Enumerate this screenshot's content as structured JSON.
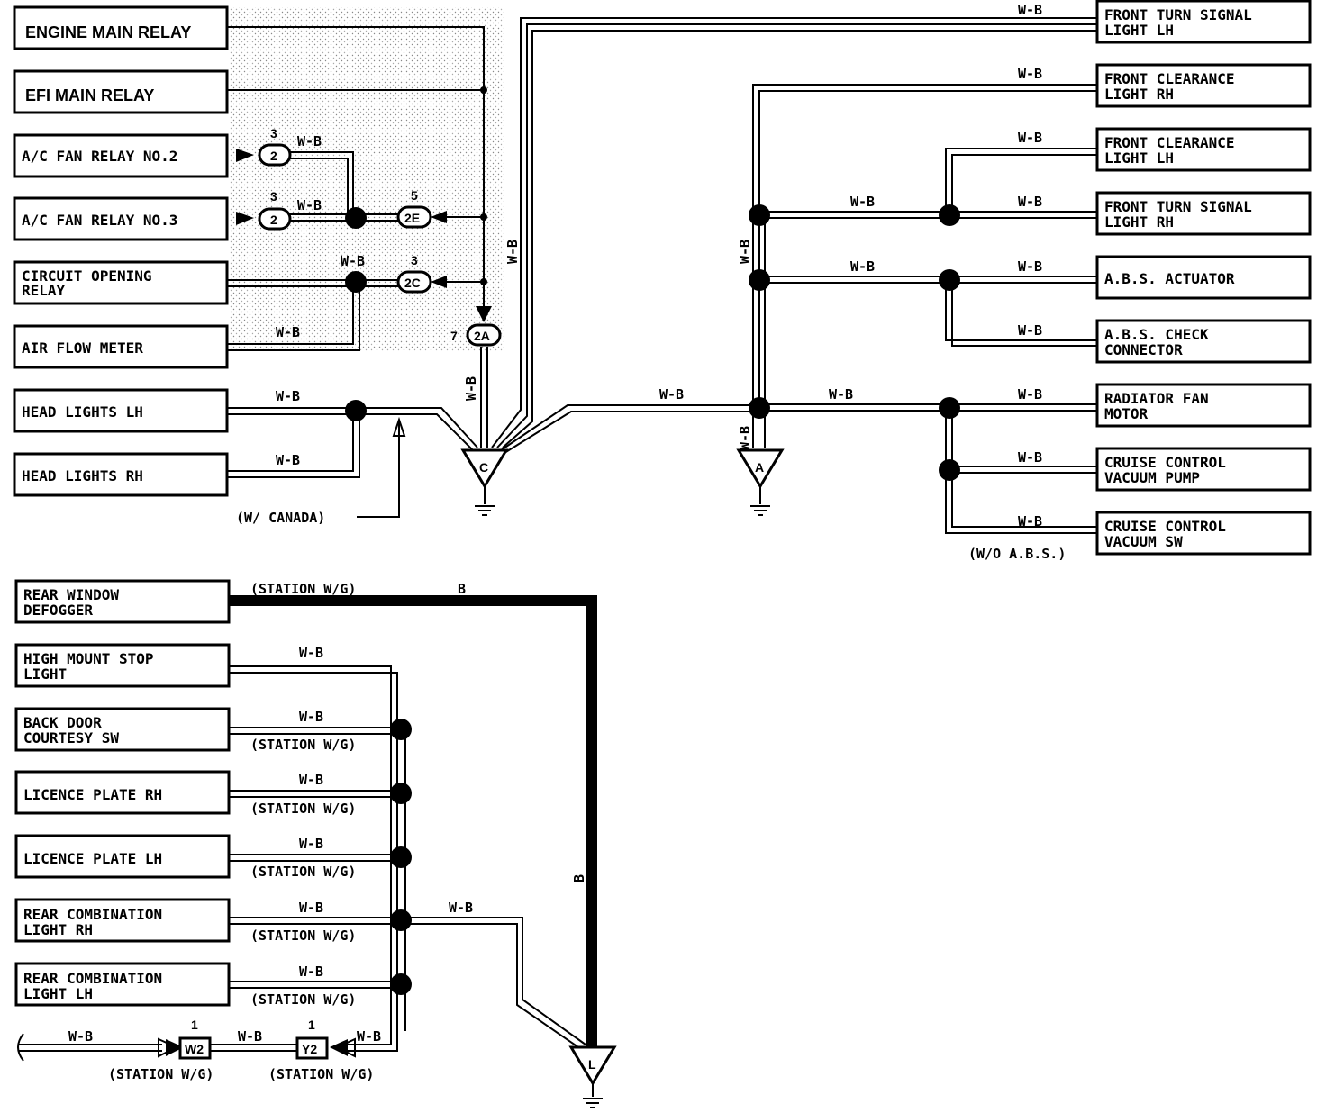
{
  "components": {
    "engine_main_relay": "ENGINE MAIN RELAY",
    "efi_main_relay": "EFI MAIN RELAY",
    "ac_fan_relay_2": "A/C FAN RELAY NO.2",
    "ac_fan_relay_3": "A/C FAN RELAY NO.3",
    "circuit_opening_relay": [
      "CIRCUIT OPENING",
      "RELAY"
    ],
    "air_flow_meter": "AIR FLOW METER",
    "head_lights_lh": "HEAD LIGHTS LH",
    "head_lights_rh": "HEAD LIGHTS RH",
    "front_turn_lh": [
      "FRONT TURN SIGNAL",
      "LIGHT LH"
    ],
    "front_clear_rh": [
      "FRONT CLEARANCE",
      "LIGHT RH"
    ],
    "front_clear_lh": [
      "FRONT CLEARANCE",
      "LIGHT LH"
    ],
    "front_turn_rh": [
      "FRONT TURN SIGNAL",
      "LIGHT RH"
    ],
    "abs_actuator": "A.B.S. ACTUATOR",
    "abs_check": [
      "A.B.S. CHECK",
      "CONNECTOR"
    ],
    "radiator_fan": [
      "RADIATOR FAN",
      "MOTOR"
    ],
    "cruise_pump": [
      "CRUISE CONTROL",
      "VACUUM PUMP"
    ],
    "cruise_sw": [
      "CRUISE CONTROL",
      "VACUUM SW"
    ],
    "rear_defogger": [
      "REAR WINDOW",
      "DEFOGGER"
    ],
    "high_mount": [
      "HIGH MOUNT STOP",
      "LIGHT"
    ],
    "back_door": [
      "BACK DOOR",
      "COURTESY SW"
    ],
    "licence_rh": "LICENCE PLATE RH",
    "licence_lh": "LICENCE PLATE LH",
    "rear_comb_rh": [
      "REAR COMBINATION",
      "LIGHT RH"
    ],
    "rear_comb_lh": [
      "REAR COMBINATION",
      "LIGHT LH"
    ]
  },
  "wire_colors": {
    "wb": "W-B",
    "b": "B"
  },
  "connectors": {
    "c2": {
      "label": "2",
      "pin": "3"
    },
    "c2e": {
      "label": "2E",
      "pin": "5"
    },
    "c2c": {
      "label": "2C",
      "pin": "3"
    },
    "c2a": {
      "label": "2A",
      "pin": "7"
    },
    "w2": {
      "label": "W2",
      "pin": "1"
    },
    "y2": {
      "label": "Y2",
      "pin": "1"
    }
  },
  "grounds": {
    "a": "A",
    "c": "C",
    "l": "L"
  },
  "notes": {
    "canada": "(W/ CANADA)",
    "wo_abs": "(W/O A.B.S.)",
    "station": "(STATION W/G)"
  }
}
